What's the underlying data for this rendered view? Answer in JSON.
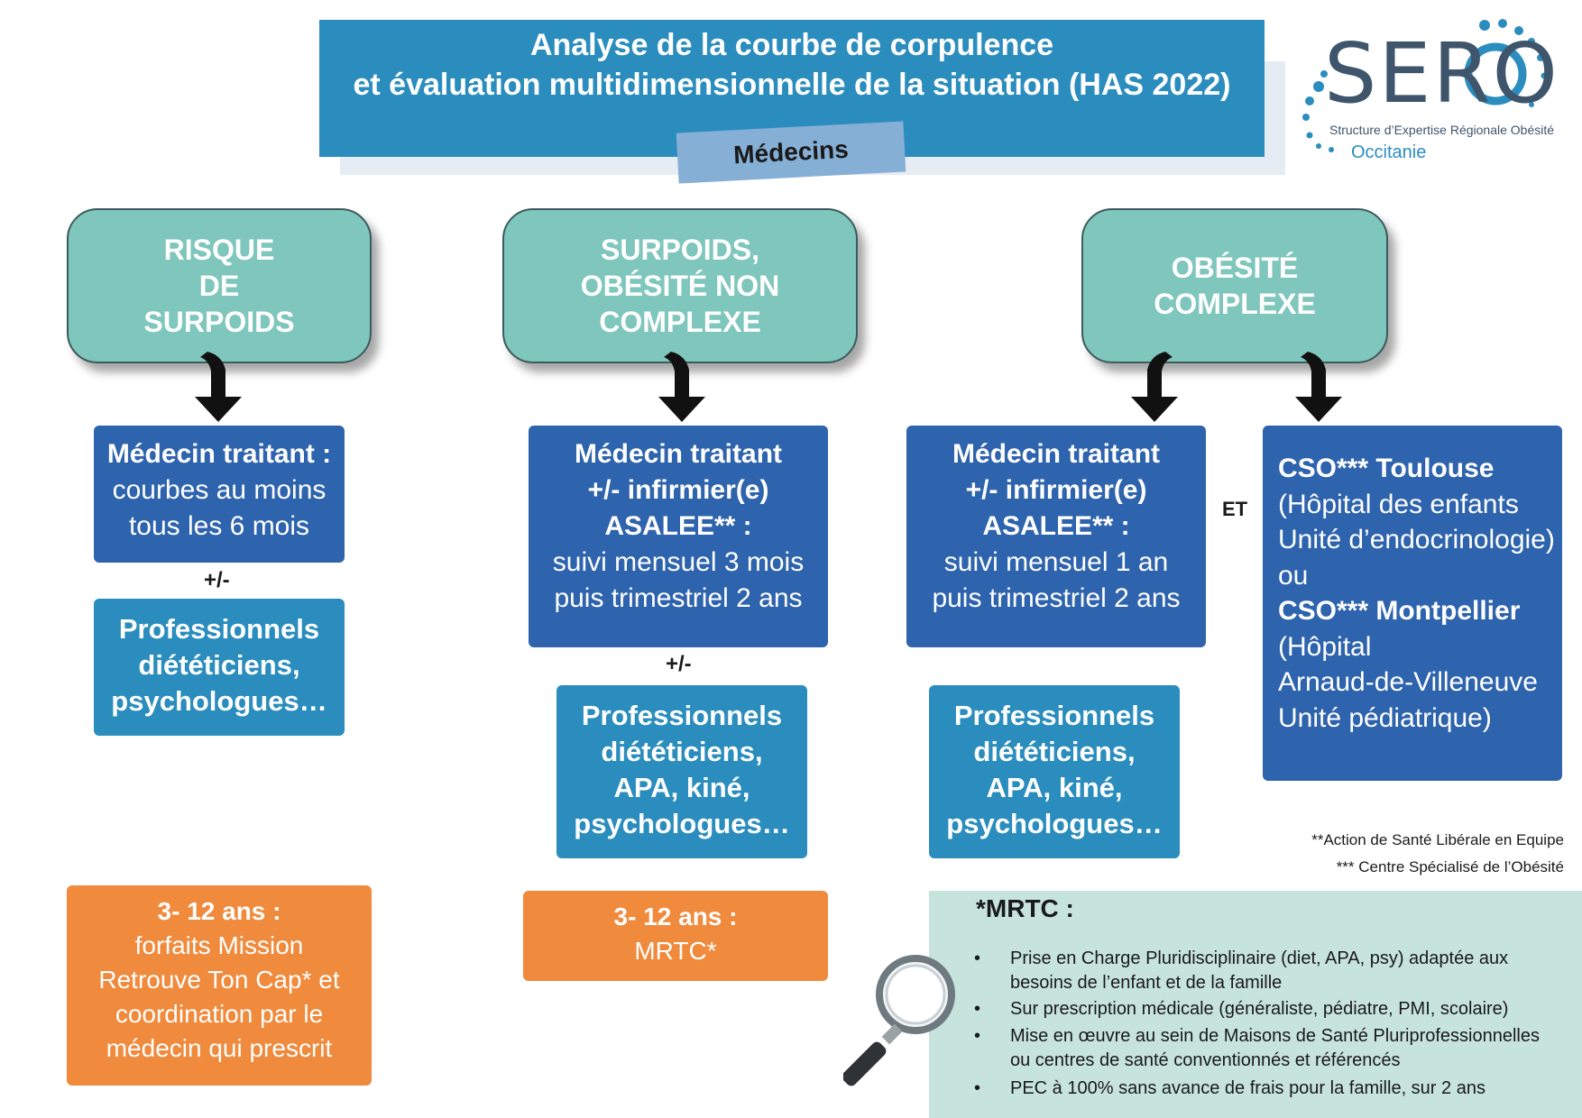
{
  "header": {
    "title_line1": "Analyse de la courbe de corpulence",
    "title_line2": "et évaluation multidimensionnelle de la situation (HAS 2022)",
    "tag": "Médecins"
  },
  "logo": {
    "name": "SERO",
    "subtitle": "Structure d’Expertise Régionale Obésité",
    "region": "Occitanie",
    "color": "#3e556b"
  },
  "columns": {
    "col1": {
      "category": [
        "RISQUE",
        "DE",
        "SURPOIDS"
      ],
      "doctor": {
        "title": "Médecin traitant :",
        "lines": [
          "courbes au moins",
          "tous les 6 mois"
        ]
      },
      "plus_minus": "+/-",
      "pros": [
        "Professionnels",
        "diététiciens,",
        "psychologues…"
      ],
      "age": {
        "title": "3- 12 ans :",
        "lines": [
          "forfaits Mission",
          "Retrouve Ton Cap* et",
          "coordination par le",
          "médecin qui prescrit"
        ]
      }
    },
    "col2": {
      "category": [
        "SURPOIDS,",
        "OBÉSITÉ NON",
        "COMPLEXE"
      ],
      "doctor": {
        "title_lines": [
          "Médecin traitant",
          "+/- infirmier(e)",
          "ASALEE** :"
        ],
        "lines": [
          "suivi mensuel 3 mois",
          "puis trimestriel 2 ans"
        ]
      },
      "plus_minus": "+/-",
      "pros": [
        "Professionnels",
        "diététiciens,",
        "APA, kiné,",
        "psychologues…"
      ],
      "age": {
        "title": "3- 12 ans :",
        "lines": [
          "MRTC*"
        ]
      }
    },
    "col3": {
      "category": [
        "OBÉSITÉ",
        "COMPLEXE"
      ],
      "doctor": {
        "title_lines": [
          "Médecin traitant",
          "+/- infirmier(e)",
          "ASALEE** :"
        ],
        "lines": [
          "suivi mensuel 1 an",
          "puis trimestriel 2 ans"
        ]
      },
      "and": "ET",
      "pros": [
        "Professionnels",
        "diététiciens,",
        "APA, kiné,",
        "psychologues…"
      ],
      "cso": {
        "toulouse": "CSO*** Toulouse",
        "toulouse_lines": [
          "(Hôpital des enfants",
          "Unité d’endocrinologie)"
        ],
        "or": "ou",
        "montpellier": "CSO*** Montpellier",
        "montpellier_lines": [
          "(Hôpital",
          "Arnaud-de-Villeneuve",
          "Unité pédiatrique)"
        ]
      }
    }
  },
  "footnotes": [
    "**Action de Santé Libérale en Equipe",
    "*** Centre Spécialisé de l’Obésité"
  ],
  "mrtc": {
    "title": "*MRTC :",
    "items": [
      [
        "Prise en Charge Pluridisciplinaire (diet, APA, psy) adaptée aux",
        "besoins de l’enfant et de la famille"
      ],
      [
        "Sur prescription médicale (généraliste, pédiatre, PMI, scolaire)"
      ],
      [
        "Mise en œuvre au sein de Maisons de Santé Pluriprofessionnelles",
        "ou centres de santé conventionnés et référencés"
      ],
      [
        "PEC à 100% sans avance de frais pour la famille, sur 2 ans"
      ]
    ]
  },
  "colors": {
    "header": "#2b8dbe",
    "category": "#7fc6bd",
    "doctor_box": "#2e63ad",
    "pros_box": "#2a8dbd",
    "age_box": "#f08a3c",
    "mrtc_panel": "#c6e3dc"
  },
  "icons": {
    "arrow": "arrow-down-icon",
    "magnifier": "magnifier-icon"
  }
}
